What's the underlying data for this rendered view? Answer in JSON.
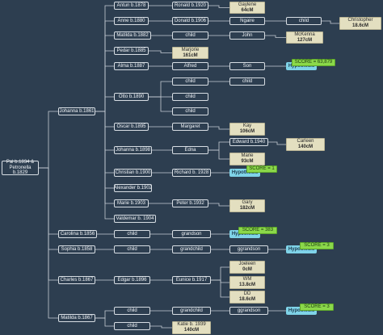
{
  "root": {
    "name": "Pal b.1834 & Petronella b.1829"
  },
  "nodes": [
    {
      "id": "antun",
      "label": "Antun b.1878",
      "type": "white"
    },
    {
      "id": "ronald",
      "label": "Ronald b.1920",
      "type": "white"
    },
    {
      "id": "gaylene",
      "label": "Gaylene",
      "cm": "64cM",
      "type": "tan"
    },
    {
      "id": "anne",
      "label": "Anne b.1880",
      "type": "white"
    },
    {
      "id": "donald",
      "label": "Donald b.1906",
      "type": "white"
    },
    {
      "id": "ngaire",
      "label": "Ngaire",
      "type": "white"
    },
    {
      "id": "anne_child",
      "label": "child",
      "type": "white"
    },
    {
      "id": "christopher",
      "label": "Christopher",
      "cm": "18.6cM",
      "type": "tan"
    },
    {
      "id": "matilda1882",
      "label": "Matilda b.1882",
      "type": "white"
    },
    {
      "id": "matilda_child",
      "label": "child",
      "type": "white"
    },
    {
      "id": "john",
      "label": "John",
      "type": "white"
    },
    {
      "id": "mckenna",
      "label": "McKenna",
      "cm": "127cM",
      "type": "tan"
    },
    {
      "id": "pedar",
      "label": "Pedar b.1885",
      "type": "white"
    },
    {
      "id": "marjorie",
      "label": "Marjorie",
      "cm": "161cM",
      "type": "tan"
    },
    {
      "id": "alma",
      "label": "Alma b.1887",
      "type": "white"
    },
    {
      "id": "alfred",
      "label": "Alfred",
      "type": "white"
    },
    {
      "id": "son",
      "label": "Son",
      "type": "white"
    },
    {
      "id": "hyp1",
      "label": "Hypothesis",
      "type": "hyp"
    },
    {
      "id": "score1",
      "label": "SCORE = 63,879",
      "type": "score"
    },
    {
      "id": "otto",
      "label": "Otto b.1890",
      "type": "white"
    },
    {
      "id": "otto_c1",
      "label": "child",
      "type": "white"
    },
    {
      "id": "otto_c1b",
      "label": "child",
      "type": "white"
    },
    {
      "id": "otto_c2",
      "label": "child",
      "type": "white"
    },
    {
      "id": "otto_c3",
      "label": "child",
      "type": "white"
    },
    {
      "id": "johanna1861",
      "label": "Johanna b.1861",
      "type": "white"
    },
    {
      "id": "oscar",
      "label": "Oscar b.1895",
      "type": "white"
    },
    {
      "id": "margaret",
      "label": "Margaret",
      "type": "white"
    },
    {
      "id": "kay",
      "label": "Kay",
      "cm": "106cM",
      "type": "tan"
    },
    {
      "id": "edward",
      "label": "Edward b.1940",
      "type": "white"
    },
    {
      "id": "carleen",
      "label": "Carleen",
      "cm": "140cM",
      "type": "tan"
    },
    {
      "id": "johanna1898",
      "label": "Johanna b.1898",
      "type": "white"
    },
    {
      "id": "edna",
      "label": "Edna",
      "type": "white"
    },
    {
      "id": "marie_tan",
      "label": "Marie",
      "cm": "93cM",
      "type": "tan"
    },
    {
      "id": "christian",
      "label": "Christian b.1900",
      "type": "white"
    },
    {
      "id": "richard",
      "label": "Richard b. 1928",
      "type": "white"
    },
    {
      "id": "hyp2",
      "label": "Hypothesis",
      "type": "hyp"
    },
    {
      "id": "score2",
      "label": "SCORE = 1",
      "type": "score"
    },
    {
      "id": "alexander",
      "label": "Alexander b.1902",
      "type": "white"
    },
    {
      "id": "marie1903",
      "label": "Marie b.1903",
      "type": "white"
    },
    {
      "id": "peter",
      "label": "Peter b.1932",
      "type": "white"
    },
    {
      "id": "gary",
      "label": "Gary",
      "cm": "182cM",
      "type": "tan"
    },
    {
      "id": "valdemar",
      "label": "Valdemar b. 1904",
      "type": "white"
    },
    {
      "id": "carolina",
      "label": "Carolina b.1856",
      "type": "white"
    },
    {
      "id": "carolina_child",
      "label": "child",
      "type": "white"
    },
    {
      "id": "carolina_gc",
      "label": "grandson",
      "type": "white"
    },
    {
      "id": "hyp3",
      "label": "Hypothesis",
      "type": "hyp"
    },
    {
      "id": "score3",
      "label": "SCORE = 383",
      "type": "score"
    },
    {
      "id": "sophia",
      "label": "Sophia b.1858",
      "type": "white"
    },
    {
      "id": "sophia_child",
      "label": "child",
      "type": "white"
    },
    {
      "id": "sophia_gc",
      "label": "grandchild",
      "type": "white"
    },
    {
      "id": "sophia_ggc",
      "label": "ggrandson",
      "type": "white"
    },
    {
      "id": "hyp4",
      "label": "Hypothesis",
      "type": "hyp"
    },
    {
      "id": "score4",
      "label": "SCORE = 3",
      "type": "score"
    },
    {
      "id": "charles",
      "label": "Charles b.1867",
      "type": "white"
    },
    {
      "id": "edgar",
      "label": "Edgar b.1896",
      "type": "white"
    },
    {
      "id": "eunice",
      "label": "Eunice b.1917",
      "type": "white"
    },
    {
      "id": "joeleen",
      "label": "Joeleen",
      "cm": "0cM",
      "type": "tan"
    },
    {
      "id": "wm",
      "label": "WM",
      "cm": "13.8cM",
      "type": "tan"
    },
    {
      "id": "dd",
      "label": "DD",
      "cm": "18.6cM",
      "type": "tan"
    },
    {
      "id": "matilda1867",
      "label": "Matilda b.1867",
      "type": "white"
    },
    {
      "id": "matilda2_child",
      "label": "child",
      "type": "white"
    },
    {
      "id": "matilda2_gc",
      "label": "grandchild",
      "type": "white"
    },
    {
      "id": "matilda2_ggs",
      "label": "ggrandson",
      "type": "white"
    },
    {
      "id": "hyp5",
      "label": "Hypothesis",
      "type": "hyp"
    },
    {
      "id": "score5",
      "label": "SCORE = 3",
      "type": "score"
    },
    {
      "id": "matilda2_child2",
      "label": "child",
      "type": "white"
    },
    {
      "id": "katie",
      "label": "Katie b. 1939",
      "cm": "140cM",
      "type": "tan"
    }
  ]
}
